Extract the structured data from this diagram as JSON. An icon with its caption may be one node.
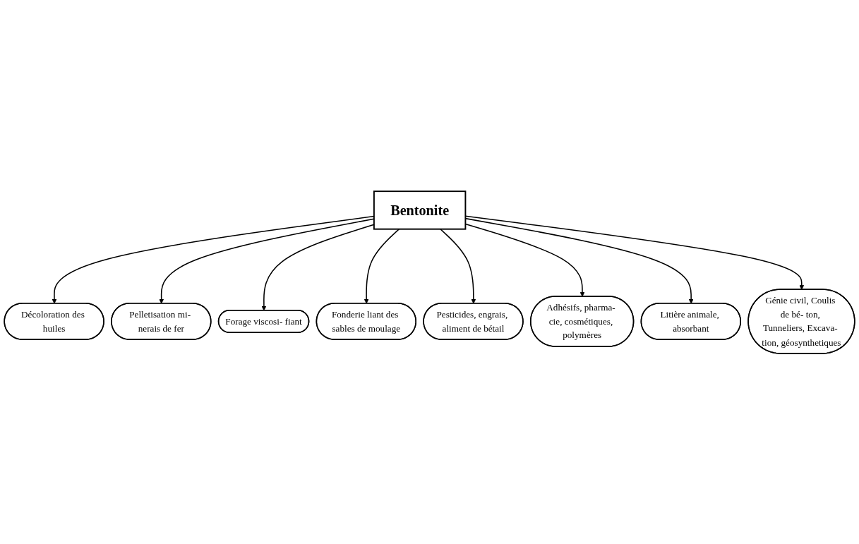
{
  "diagram": {
    "nodes": [
      {
        "text": [
          "Bentonite"
        ]
      },
      {
        "text": [
          "Décoloration des huiles"
        ]
      },
      {
        "text": [
          "Pelletisation mi- nerais de fer"
        ]
      },
      {
        "text": [
          "Forage viscosi- fiant"
        ]
      },
      {
        "text": [
          "Fonderie liant des sables de moulage"
        ]
      },
      {
        "text": [
          "Pesticides, engrais, aliment de bétail"
        ]
      },
      {
        "text": [
          "Adhésifs, pharma- cie, cosmétiques, polymères"
        ]
      },
      {
        "text": [
          "Litière animale, absorbant"
        ]
      },
      {
        "text": [
          "Génie civil, Coulis de bé- ton, Tunneliers, Excava- tion, géosynthetiques"
        ]
      }
    ],
    "edges": [
      {
        "from": 0,
        "to": 1,
        "arrow": "to"
      },
      {
        "from": 0,
        "to": 2,
        "arrow": "to"
      },
      {
        "from": 0,
        "to": 3,
        "arrow": "to"
      },
      {
        "from": 0,
        "to": 4,
        "arrow": "to"
      },
      {
        "from": 0,
        "to": 5,
        "arrow": "to"
      },
      {
        "from": 0,
        "to": 6,
        "arrow": "to"
      },
      {
        "from": 0,
        "to": 7,
        "arrow": "to"
      },
      {
        "from": 0,
        "to": 8,
        "arrow": "to"
      }
    ]
  }
}
